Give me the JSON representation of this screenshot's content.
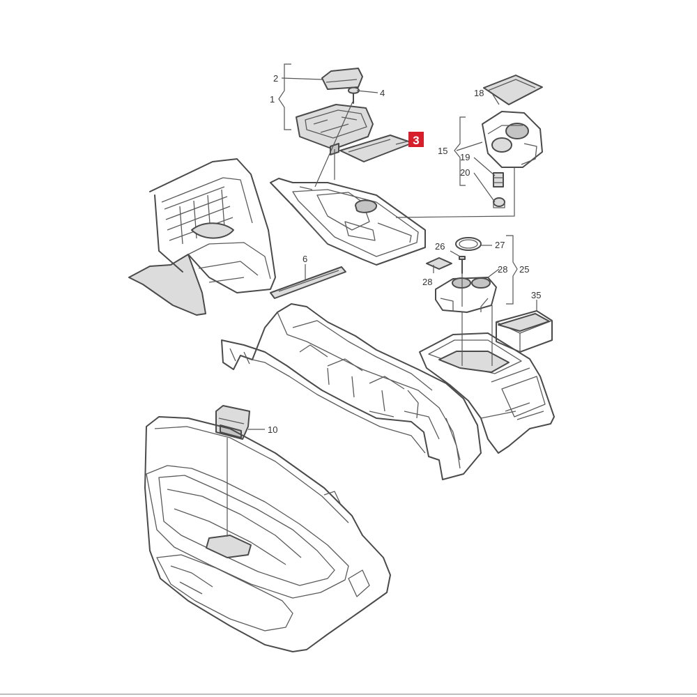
{
  "highlight": {
    "label": "3",
    "color": "#d81e2a"
  },
  "callouts": [
    {
      "id": "c1",
      "label": "1"
    },
    {
      "id": "c2",
      "label": "2"
    },
    {
      "id": "c4",
      "label": "4"
    },
    {
      "id": "c6",
      "label": "6"
    },
    {
      "id": "c10",
      "label": "10"
    },
    {
      "id": "c15",
      "label": "15"
    },
    {
      "id": "c18",
      "label": "18"
    },
    {
      "id": "c19",
      "label": "19"
    },
    {
      "id": "c20",
      "label": "20"
    },
    {
      "id": "c25",
      "label": "25"
    },
    {
      "id": "c26",
      "label": "26"
    },
    {
      "id": "c27",
      "label": "27"
    },
    {
      "id": "c28a",
      "label": "28"
    },
    {
      "id": "c28b",
      "label": "28"
    },
    {
      "id": "c35",
      "label": "35"
    }
  ]
}
